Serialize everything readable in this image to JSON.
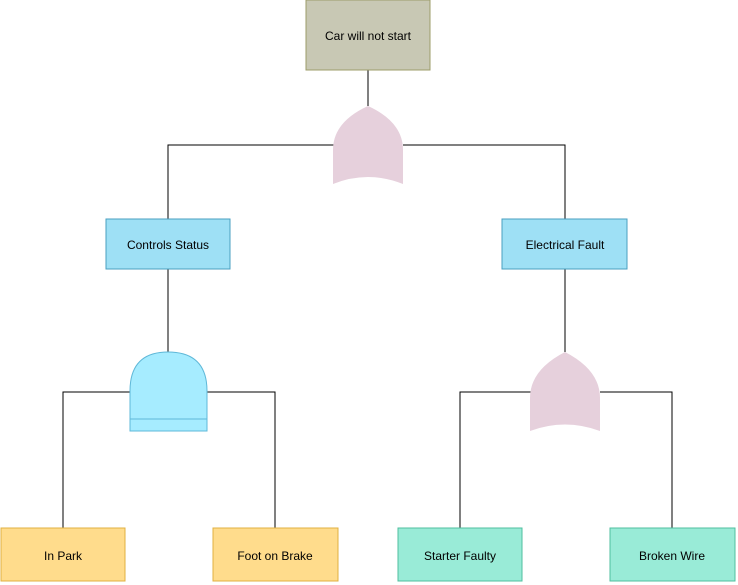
{
  "colors": {
    "root_fill": "#c8c8b4",
    "root_stroke": "#9c9c6a",
    "intermediate_fill": "#9ee0f5",
    "intermediate_stroke": "#4a9fc0",
    "leaf_left_fill": "#ffdc8c",
    "leaf_left_stroke": "#e0b040",
    "leaf_right_fill": "#99ebd7",
    "leaf_right_stroke": "#4fbf9f",
    "or_gate_fill": "#e6d0dc",
    "and_gate_fill": "#a6ecff",
    "and_gate_stroke": "#5fb8d8",
    "connector": "#000000"
  },
  "nodes": {
    "root": {
      "label": "Car will not start"
    },
    "controls": {
      "label": "Controls Status"
    },
    "electrical": {
      "label": "Electrical Fault"
    },
    "in_park": {
      "label": "In Park"
    },
    "foot_on_brake": {
      "label": "Foot on Brake"
    },
    "starter_faulty": {
      "label": "Starter Faulty"
    },
    "broken_wire": {
      "label": "Broken Wire"
    }
  },
  "gates": {
    "top": {
      "type": "or"
    },
    "controls": {
      "type": "and"
    },
    "electrical": {
      "type": "or"
    }
  }
}
